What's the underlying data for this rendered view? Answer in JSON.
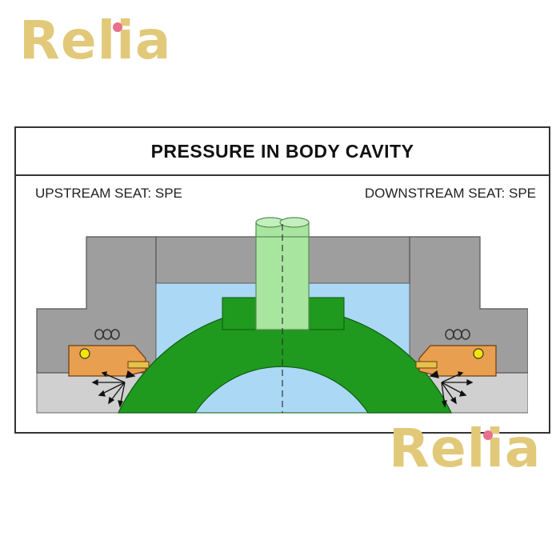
{
  "watermark": {
    "text": "Relia",
    "letter_color": "#e2c97a",
    "dot_color": "#e8708a"
  },
  "diagram": {
    "title": "PRESSURE IN BODY CAVITY",
    "upstream_seat": "UPSTREAM SEAT: SPE",
    "downstream_seat": "DOWNSTREAM SEAT: SPE"
  },
  "colors": {
    "body_gray": "#9e9e9e",
    "lower_gray": "#d0d0d0",
    "cavity_blue": "#aad8f5",
    "ball_green": "#1f9a1f",
    "stem_green": "#a8e6a0",
    "seat_orange": "#e8a050",
    "oring_yellow": "#f5e600"
  }
}
